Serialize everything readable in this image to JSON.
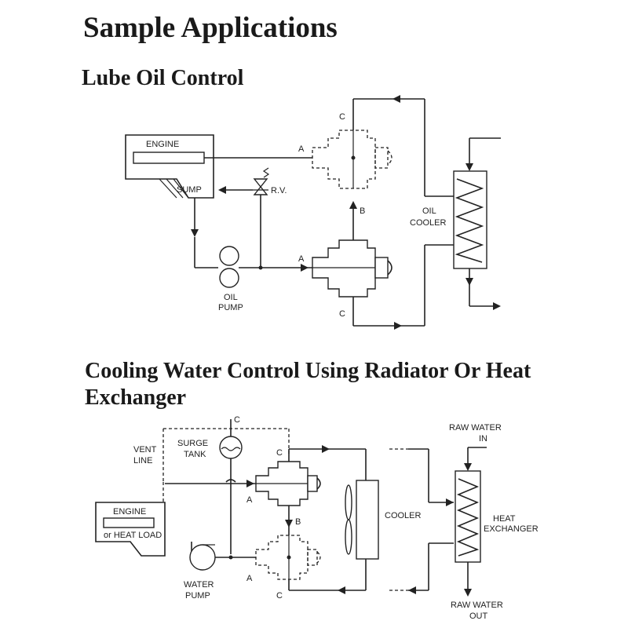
{
  "title": "Sample Applications",
  "lube": {
    "heading": "Lube Oil Control",
    "labels": {
      "engine": "ENGINE",
      "sump": "SUMP",
      "rv": "R.V.",
      "oil_pump_1": "OIL",
      "oil_pump_2": "PUMP",
      "oil_cooler_1": "OIL",
      "oil_cooler_2": "COOLER",
      "port_a": "A",
      "port_b": "B",
      "port_c": "C"
    }
  },
  "cooling": {
    "heading": "Cooling Water Control Using Radiator Or Heat Exchanger",
    "labels": {
      "vent_1": "VENT",
      "vent_2": "LINE",
      "surge_1": "SURGE",
      "surge_2": "TANK",
      "engine": "ENGINE",
      "heat_load": "or HEAT LOAD",
      "water_pump_1": "WATER",
      "water_pump_2": "PUMP",
      "cooler": "COOLER",
      "heat_1": "HEAT",
      "heat_2": "EXCHANGER",
      "raw_in_1": "RAW WATER",
      "raw_in_2": "IN",
      "raw_out_1": "RAW WATER",
      "raw_out_2": "OUT",
      "port_a": "A",
      "port_b": "B",
      "port_c": "C"
    }
  }
}
